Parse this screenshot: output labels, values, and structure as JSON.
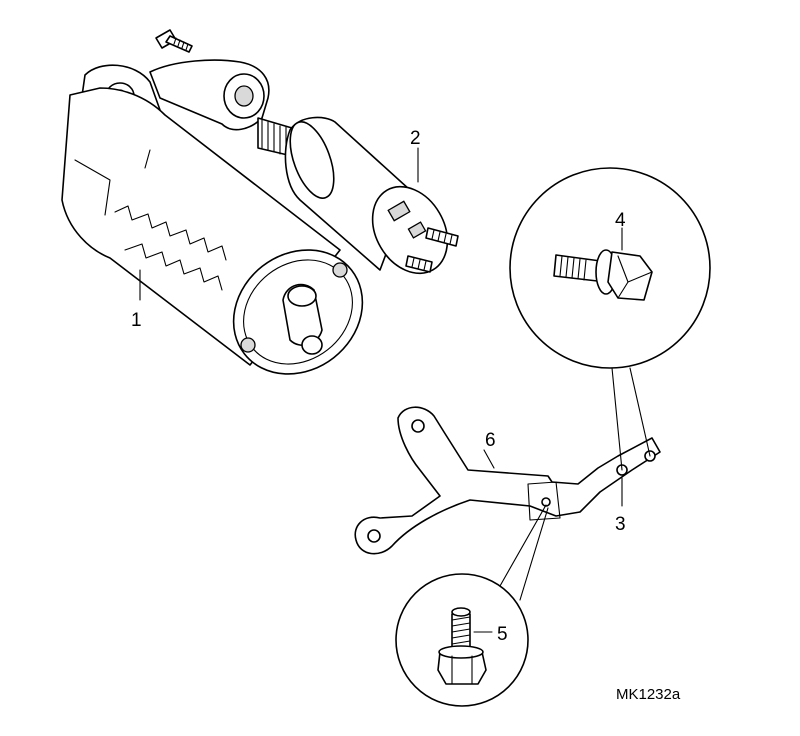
{
  "callouts": [
    {
      "id": "1",
      "text": "1"
    },
    {
      "id": "2",
      "text": "2"
    },
    {
      "id": "3",
      "text": "3"
    },
    {
      "id": "4",
      "text": "4"
    },
    {
      "id": "5",
      "text": "5"
    },
    {
      "id": "6",
      "text": "6"
    }
  ],
  "reference": "MK1232a"
}
